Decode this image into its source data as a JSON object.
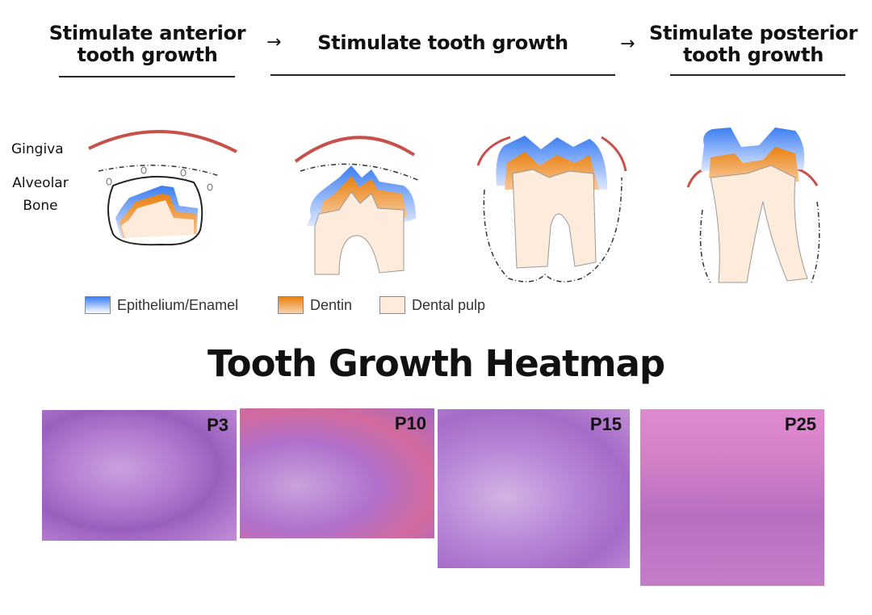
{
  "stages": [
    {
      "title_line1": "Stimulate anterior",
      "title_line2": "tooth growth"
    },
    {
      "title_line1": "Stimulate tooth growth"
    },
    {
      "title_line1": "Stimulate posterior",
      "title_line2": "tooth growth"
    }
  ],
  "arrows": [
    "→",
    "→"
  ],
  "labels": {
    "gingiva": "Gingiva",
    "alveolar_line1": "Alveolar",
    "alveolar_line2": "Bone"
  },
  "legend": [
    {
      "label": "Epithelium/Enamel",
      "color": "#4a86f0"
    },
    {
      "label": "Dentin",
      "color": "#ee8a22"
    },
    {
      "label": "Dental pulp",
      "color": "#fdebdc"
    }
  ],
  "heading": "Tooth Growth Heatmap",
  "panels": [
    {
      "label": "P3"
    },
    {
      "label": "P10"
    },
    {
      "label": "P15"
    },
    {
      "label": "P25"
    }
  ],
  "colors": {
    "gingiva": "#c8504a",
    "tissue": "#b77ad0",
    "tissue_dark": "#8a4cb0",
    "tissue_pink": "#e07aa8"
  }
}
